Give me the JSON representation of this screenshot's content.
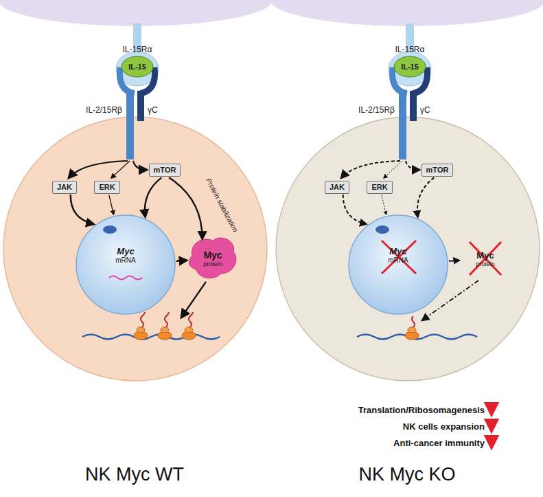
{
  "diagram": {
    "nodes": [
      {
        "text": [
          "IL-15"
        ]
      },
      {
        "text": [
          "JAK"
        ]
      },
      {
        "text": [
          "ERK"
        ]
      },
      {
        "text": [
          "mTOR"
        ]
      },
      {
        "text": [
          "Myc",
          "mRNA"
        ]
      },
      {
        "text": [
          "Myc",
          "protein"
        ]
      },
      {
        "text": [
          "IL-15"
        ]
      },
      {
        "text": [
          "JAK"
        ]
      },
      {
        "text": [
          "ERK"
        ]
      },
      {
        "text": [
          "mTOR"
        ]
      },
      {
        "text": [
          "Myc",
          "mRNA"
        ]
      },
      {
        "text": [
          "Myc",
          "protein"
        ]
      }
    ],
    "edges": [
      {
        "from": 1,
        "to": 4,
        "arrow": "to"
      },
      {
        "from": 2,
        "to": 4,
        "arrow": "to"
      },
      {
        "from": 3,
        "to": 4,
        "arrow": "to"
      },
      {
        "from": 3,
        "to": 5,
        "label": "Protein stabilization",
        "arrow": "to"
      },
      {
        "from": 4,
        "to": 5,
        "arrow": "to"
      },
      {
        "from": 7,
        "to": 10,
        "arrow": "to"
      },
      {
        "from": 8,
        "to": 10,
        "arrow": "to"
      },
      {
        "from": 9,
        "to": 10,
        "arrow": "to"
      },
      {
        "from": 10,
        "to": 11,
        "arrow": "to"
      }
    ],
    "labels": [
      "IL-15Rα",
      "IL-2/15Rβ",
      "γC",
      "IL-15Rα",
      "IL-2/15Rβ",
      "γC",
      "NK Myc WT",
      "NK Myc KO",
      "Translation/Ribosomagenesis",
      "NK cells expansion",
      "Anti-cancer immunity"
    ]
  }
}
